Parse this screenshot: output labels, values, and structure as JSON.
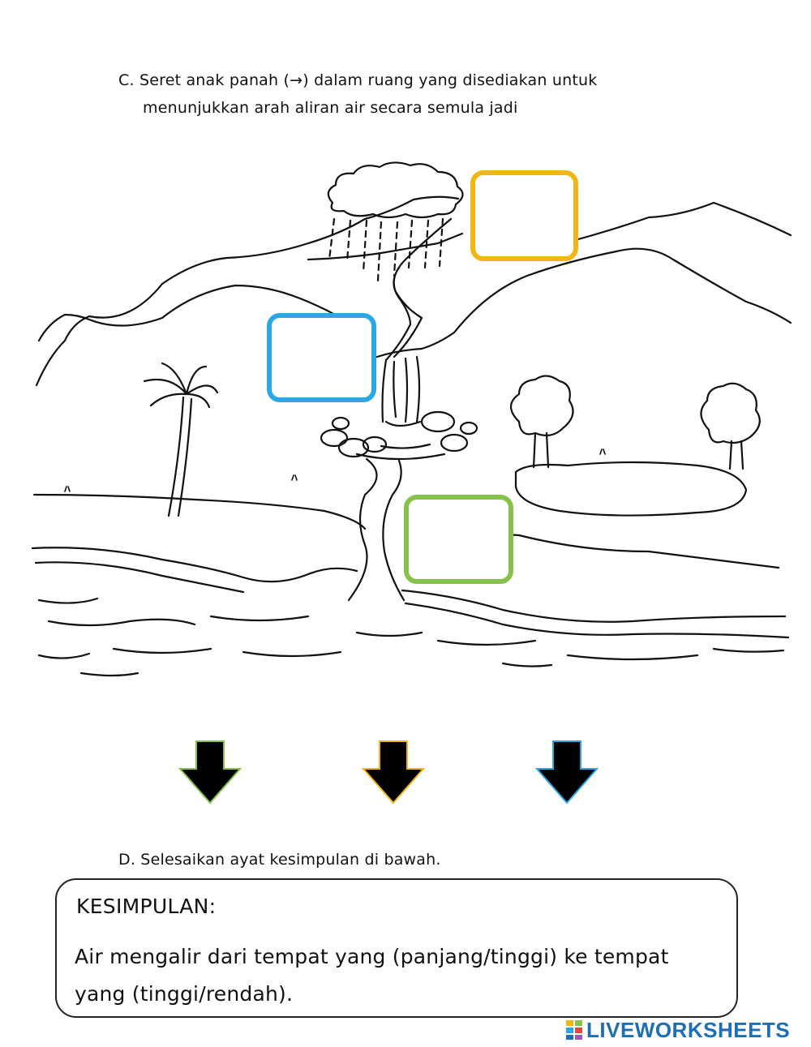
{
  "question_c": {
    "line1": "C.  Seret anak panah (→) dalam ruang yang disediakan untuk",
    "line2": "menunjukkan arah aliran air secara semula jadi"
  },
  "drop_boxes": [
    {
      "name": "drop-box-yellow",
      "color": "#f2b614"
    },
    {
      "name": "drop-box-blue",
      "color": "#2aa8e6"
    },
    {
      "name": "drop-box-green",
      "color": "#86c14a"
    }
  ],
  "draggable_arrows": [
    {
      "name": "arrow-down-1",
      "icon": "arrow-down-icon",
      "outline": "#86c14a"
    },
    {
      "name": "arrow-down-2",
      "icon": "arrow-down-icon",
      "outline": "#f2b614"
    },
    {
      "name": "arrow-down-3",
      "icon": "arrow-down-icon",
      "outline": "#2aa8e6"
    }
  ],
  "question_d": "D. Selesaikan ayat kesimpulan di bawah.",
  "conclusion": {
    "title": "KESIMPULAN:",
    "body": "Air mengalir dari tempat yang (panjang/tinggi) ke tempat yang (tinggi/rendah)."
  },
  "footer": {
    "brand": "LIVEWORKSHEETS",
    "brand_color": "#1c6fb5"
  }
}
